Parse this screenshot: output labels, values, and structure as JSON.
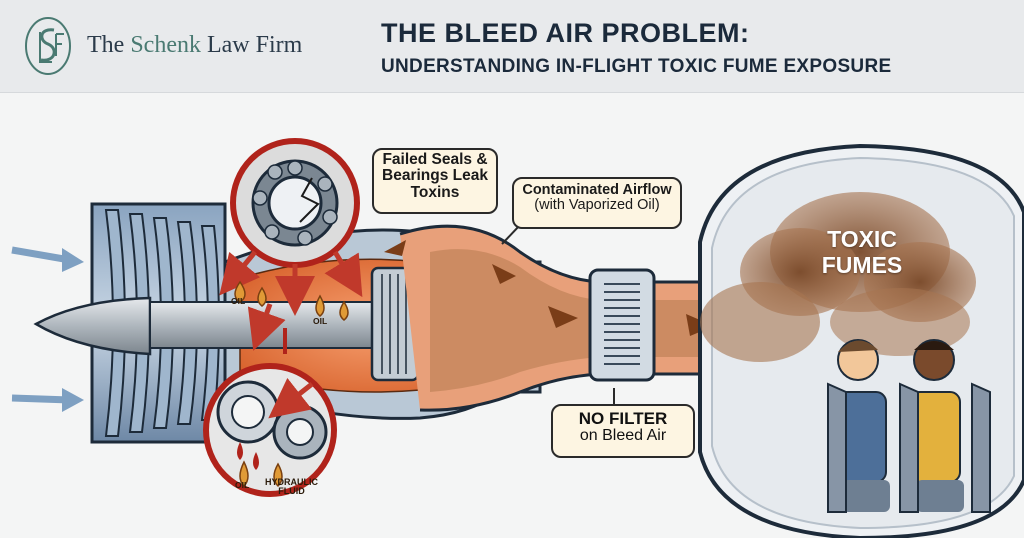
{
  "header": {
    "firm_name_prefix": "The ",
    "firm_name_accent": "Schenk",
    "firm_name_suffix": " Law Firm",
    "title": "THE BLEED AIR PROBLEM:",
    "subtitle": "UNDERSTANDING IN-FLIGHT TOXIC FUME EXPOSURE"
  },
  "callouts": {
    "seals_line1": "Failed Seals &",
    "seals_line2": "Bearings Leak",
    "seals_line3": "Toxins",
    "airflow_line1": "Contaminated Airflow",
    "airflow_line2": "(with Vaporized Oil)",
    "nofilter_line1": "NO FILTER",
    "nofilter_line2": "on Bleed Air"
  },
  "fumes": {
    "line1": "TOXIC",
    "line2": "FUMES"
  },
  "drop_labels": {
    "oil": "OIL",
    "hydraulic_line1": "HYDRAULIC",
    "hydraulic_line2": "FLUID"
  },
  "colors": {
    "accent_red": "#c0392b",
    "fume_brown": "#8a5a38",
    "engine_blue": "#6f8fb0",
    "header_bg": "#e8eaec"
  }
}
